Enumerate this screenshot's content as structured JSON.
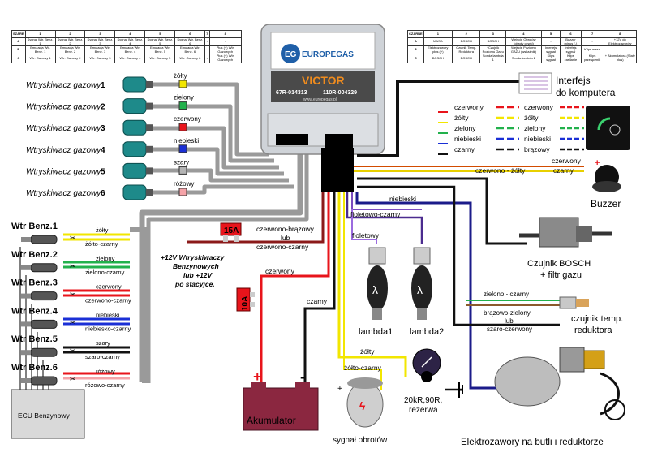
{
  "ecu": {
    "brand": "EUROPEGAS",
    "logo_text": "EG",
    "model": "VICTOR",
    "cert1": "67R-014313",
    "cert2": "110R-004329",
    "url": "www.europegas.pl"
  },
  "pin_table_left": {
    "corner": "SZARE",
    "columns": [
      "1",
      "2",
      "3",
      "4",
      "5",
      "6",
      "7",
      "8"
    ],
    "rows": [
      {
        "row": "A",
        "cells": [
          "Sygnał Wtr. Benz. 1",
          "Sygnał Wtr. Benz. 2",
          "Sygnał Wtr. Benz. 3",
          "Sygnał Wtr. Benz. 4",
          "Sygnał Wtr. Benz. 5",
          "Sygnał Wtr. Benz. 6",
          "-",
          "-"
        ]
      },
      {
        "row": "B",
        "cells": [
          "Emulacja Wtr. Benz. 1",
          "Emulacja Wtr. Benz. 2",
          "Emulacja Wtr. Benz. 3",
          "Emulacja Wtr. Benz. 4",
          "Emulacja Wtr. Benz. 5",
          "Emulacja Wtr. Benz. 6",
          "-",
          "Plus (+) Wtr. Gazowych"
        ]
      },
      {
        "row": "C",
        "cells": [
          "Wtr. Gazowy 1",
          "Wtr. Gazowy 2",
          "Wtr. Gazowy 3",
          "Wtr. Gazowy 4",
          "Wtr. Gazowy 5",
          "Wtr. Gazowy 6",
          "-",
          "Plus (+) Wtr. Gazowych"
        ]
      }
    ]
  },
  "pin_table_right": {
    "corner": "CZARNE",
    "columns": [
      "1",
      "2",
      "3",
      "4",
      "5",
      "6",
      "7",
      "8"
    ],
    "rows": [
      {
        "row": "A",
        "cells": [
          "MASA",
          "BOSCH",
          "BOSCH",
          "Wejście Obrotów (obroty cewki)",
          "-",
          "Buzzer minus (-)",
          "-",
          "+12V do Elektrozaworów"
        ]
      },
      {
        "row": "B",
        "cells": [
          "Elektrozawory plus (+)",
          "Czujnik Temp. Reduktora",
          "*Czujnik Poziomu Gazu",
          "Wejście Poziomu GAZU (wskaźnik)",
          "Interfejs sygnał",
          "Interfejs sygnał",
          "Klips masa",
          "-"
        ]
      },
      {
        "row": "C",
        "cells": [
          "BOSCH",
          "BOSCH",
          "Sonda lambda 1",
          "Sonda lambda 2",
          "Klips sygnał",
          "Klips zasilanie",
          "Klips przełącznik",
          "+ Akumulatora (Stały plus)"
        ]
      }
    ]
  },
  "gas_injectors": [
    {
      "label": "Wtryskiwacz gazowy",
      "num": "1",
      "wire": "żółty",
      "color": "#f2e600"
    },
    {
      "label": "Wtryskiwacz gazowy",
      "num": "2",
      "wire": "zielony",
      "color": "#22b14c"
    },
    {
      "label": "Wtryskiwacz gazowy",
      "num": "3",
      "wire": "czerwony",
      "color": "#e8141b"
    },
    {
      "label": "Wtryskiwacz gazowy",
      "num": "4",
      "wire": "niebieski",
      "color": "#1a2fd6"
    },
    {
      "label": "Wtryskiwacz gazowy",
      "num": "5",
      "wire": "szary",
      "color": "#b4b4b4"
    },
    {
      "label": "Wtryskiwacz gazowy",
      "num": "6",
      "wire": "różowy",
      "color": "#f5a3a8"
    }
  ],
  "petrol_injectors": [
    {
      "label": "Wtr Benz.1",
      "w1": "żółty",
      "w2": "żółto-czarny",
      "color": "#f2e600"
    },
    {
      "label": "Wtr Benz.2",
      "w1": "zielony",
      "w2": "zielono-czarny",
      "color": "#22b14c"
    },
    {
      "label": "Wtr Benz.3",
      "w1": "czerwony",
      "w2": "czerwono-czarny",
      "color": "#e8141b"
    },
    {
      "label": "Wtr Benz.4",
      "w1": "niebieski",
      "w2": "niebiesko-czarny",
      "color": "#1a2fd6"
    },
    {
      "label": "Wtr Benz.5",
      "w1": "szary",
      "w2": "szaro-czarny",
      "color": "#b4b4b4"
    },
    {
      "label": "Wtr Benz.6",
      "w1": "różowy",
      "w2": "różowo-czarny",
      "color": "#f5a3a8"
    }
  ],
  "petrol_ecu": "ECU Benzynowy",
  "fuse15": "15A",
  "fuse10": "10A",
  "fuse15_wire": {
    "l1": "czerwono-brązowy",
    "l2": "lub",
    "l3": "czerwono-czarny"
  },
  "plus12_note": [
    "+12V Wtryskiwaczy",
    "Benzynowych",
    "lub +12V",
    "po stacyjce."
  ],
  "battery": {
    "label": "Akumulator",
    "plus": "+",
    "minus": "-"
  },
  "wire_labels": {
    "czerwony": "czerwony",
    "czarny": "czarny",
    "fioletowo_czarny": "fioletowo-czarny",
    "fioletowy": "fioletowy",
    "niebieski": "niebieski",
    "zolty": "żółty",
    "zolto_czarny": "żółto-czarny"
  },
  "lambda": {
    "l1": "lambda1",
    "l2": "lambda2",
    "symbol": "λ"
  },
  "rpm": {
    "label": "sygnał obrotów",
    "plus": "+"
  },
  "sensor_level": {
    "l1": "20kR,90R,",
    "l2": "rezerwa"
  },
  "interface": {
    "l1": "Interfejs",
    "l2": "do komputera"
  },
  "switch_wires": [
    {
      "left": "czerwony",
      "right": "czerwony",
      "color": "#e8141b"
    },
    {
      "left": "żółty",
      "right": "żółty",
      "color": "#f2e600"
    },
    {
      "left": "zielony",
      "right": "zielony",
      "color": "#22b14c"
    },
    {
      "left": "niebieski",
      "right": "niebieski",
      "color": "#1a2fd6"
    },
    {
      "left": "czarny",
      "right": "brązowy",
      "color": "#111111"
    }
  ],
  "buzzer": {
    "label": "Buzzer",
    "w_top": "czerwony",
    "w_bot": "czarny",
    "w_left": "czerwono - żółty",
    "plus": "+"
  },
  "bosch": {
    "l1": "Czujnik BOSCH",
    "l2": "+ filtr gazu"
  },
  "temp_sensor": {
    "l1": "czujnik temp.",
    "l2": "reduktora",
    "w1": "zielono - czarny",
    "w2": "brązowo-zielony",
    "w3": "lub",
    "w4": "szaro-czerwony"
  },
  "valves": "Elektrozawory na butli i reduktorze",
  "ground_minus": "-"
}
